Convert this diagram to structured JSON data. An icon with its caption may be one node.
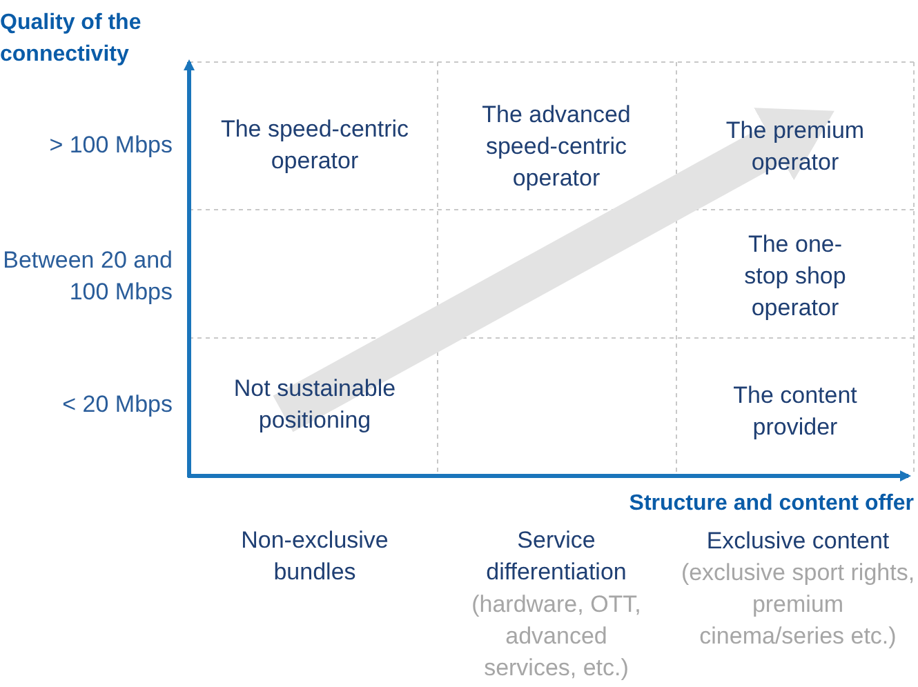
{
  "diagram": {
    "labels": [
      "Quality of the connectivity",
      "> 100 Mbps",
      "The speed-centric operator",
      "The advanced speed-centric operator",
      "The premium operator",
      "Between 20 and 100 Mbps",
      "The one-stop shop operator",
      "< 20 Mbps",
      "Not sustainable positioning",
      "The content provider",
      "Structure and content offer",
      "Non-exclusive bundles",
      "Service differentiation",
      "(hardware, OTT, advanced services, etc.)",
      "Exclusive content",
      "(exclusive sport rights, premium cinema/series etc.)"
    ]
  }
}
